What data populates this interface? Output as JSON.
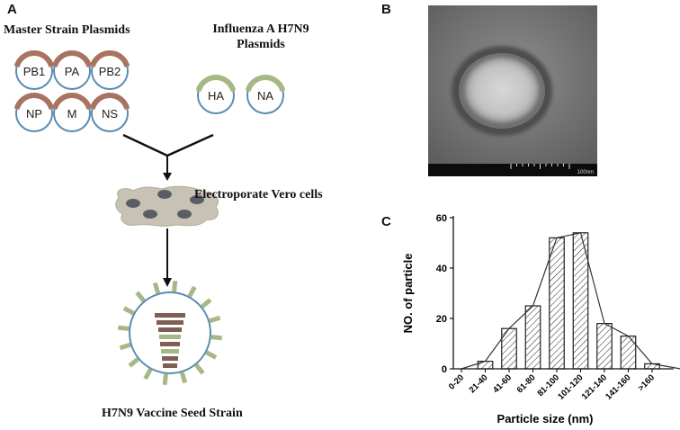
{
  "panel_a": {
    "letter": "A",
    "master_title": "Master Strain Plasmids",
    "master_plasmids": [
      "PB1",
      "PA",
      "PB2",
      "NP",
      "M",
      "NS"
    ],
    "influenza_title_line1": "Influenza A H7N9",
    "influenza_title_line2": "Plasmids",
    "influenza_plasmids": [
      "HA",
      "NA"
    ],
    "electroporate_label": "Electroporate Vero cells",
    "vaccine_label": "H7N9 Vaccine Seed Strain"
  },
  "panel_b": {
    "letter": "B",
    "scale_label": "100nm"
  },
  "panel_c": {
    "letter": "C"
  },
  "colors": {
    "plasmid_ring": "#5b8db0",
    "master_cap": "#a87462",
    "h7n9_cap": "#a7b886",
    "cell": "#c7c2b4",
    "nucleus": "#5a5d66",
    "spike": "#a7b886",
    "segment_brown": "#7e5e55",
    "segment_green": "#a7b886"
  },
  "chart_data": {
    "type": "bar",
    "title": "",
    "xlabel": "Particle size (nm)",
    "ylabel": "NO. of particle",
    "categories": [
      "0-20",
      "21-40",
      "41-60",
      "61-80",
      "81-100",
      "101-120",
      "121-140",
      "141-160",
      ">160"
    ],
    "values": [
      0,
      3,
      16,
      25,
      52,
      54,
      18,
      13,
      2
    ],
    "ylim": [
      0,
      60
    ],
    "yticks": [
      0,
      20,
      40,
      60
    ],
    "bar_fill": "hatched",
    "overlay_line": "frequency polygon connecting bar tops, extending to 0 at both ends",
    "grid": false,
    "legend": "none"
  }
}
